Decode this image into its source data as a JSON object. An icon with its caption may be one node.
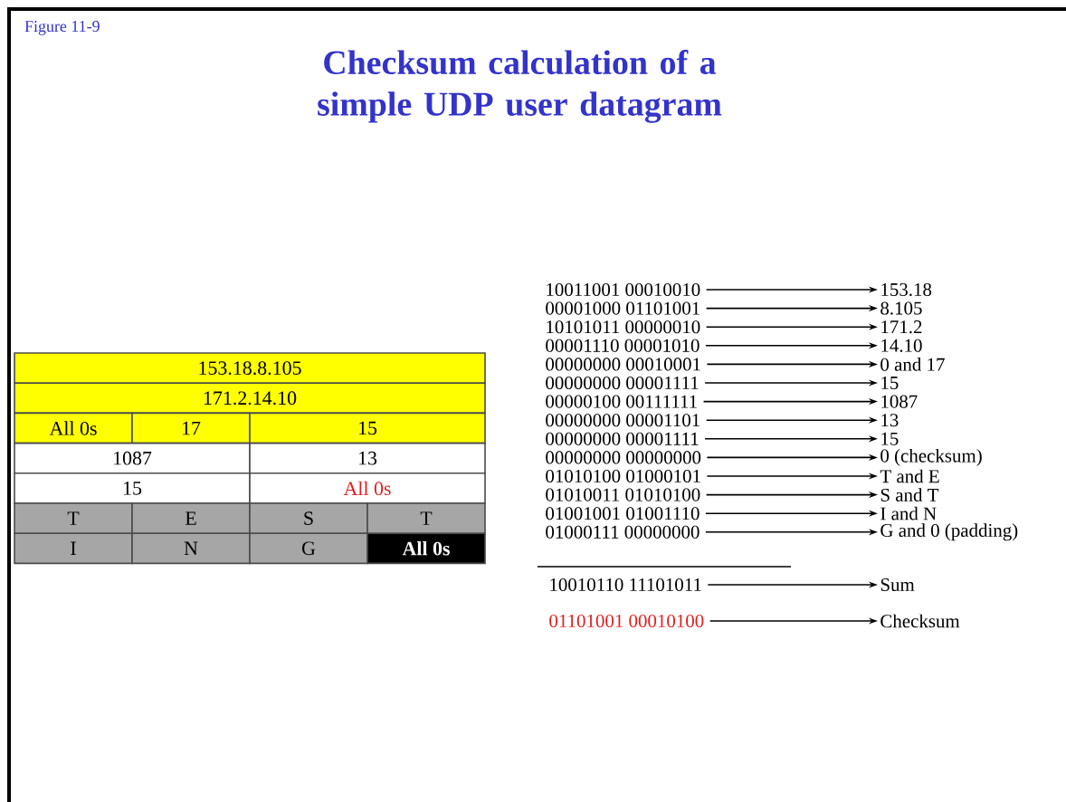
{
  "diagram": {
    "title": "Checksum calculation of a simple UDP user datagram",
    "nodes": [
      {
        "text": [
          "153.18.8.105"
        ]
      },
      {
        "text": [
          "171.2.14.10"
        ]
      },
      {
        "text": [
          "All 0s"
        ]
      },
      {
        "text": [
          "17"
        ]
      },
      {
        "text": [
          "15"
        ]
      },
      {
        "text": [
          "1087"
        ]
      },
      {
        "text": [
          "13"
        ]
      },
      {
        "text": [
          "15"
        ]
      },
      {
        "text": [
          "All 0s"
        ]
      },
      {
        "text": [
          "T"
        ]
      },
      {
        "text": [
          "E"
        ]
      },
      {
        "text": [
          "S"
        ]
      },
      {
        "text": [
          "T"
        ]
      },
      {
        "text": [
          "I"
        ]
      },
      {
        "text": [
          "N"
        ]
      },
      {
        "text": [
          "G"
        ]
      },
      {
        "text": [
          "All 0s"
        ]
      },
      {
        "text": [
          "10011001 00010010"
        ]
      },
      {
        "text": [
          "153.18"
        ]
      },
      {
        "text": [
          "00001000 01101001"
        ]
      },
      {
        "text": [
          "8.105"
        ]
      },
      {
        "text": [
          "10101011 00000010"
        ]
      },
      {
        "text": [
          "171.2"
        ]
      },
      {
        "text": [
          "00001110 00001010"
        ]
      },
      {
        "text": [
          "14.10"
        ]
      },
      {
        "text": [
          "00000000 00010001"
        ]
      },
      {
        "text": [
          "0 and 17"
        ]
      },
      {
        "text": [
          "00000000 00001111"
        ]
      },
      {
        "text": [
          "15"
        ]
      },
      {
        "text": [
          "00000100 00111111"
        ]
      },
      {
        "text": [
          "1087"
        ]
      },
      {
        "text": [
          "00000000 00001101"
        ]
      },
      {
        "text": [
          "13"
        ]
      },
      {
        "text": [
          "00000000 00001111"
        ]
      },
      {
        "text": [
          "15"
        ]
      },
      {
        "text": [
          "00000000 00000000"
        ]
      },
      {
        "text": [
          "0 (checksum)"
        ]
      },
      {
        "text": [
          "01010100 01000101"
        ]
      },
      {
        "text": [
          "T and E"
        ]
      },
      {
        "text": [
          "01010011 01010100"
        ]
      },
      {
        "text": [
          "S and T"
        ]
      },
      {
        "text": [
          "01001001 01001110"
        ]
      },
      {
        "text": [
          "I and N"
        ]
      },
      {
        "text": [
          "01000111 00000000"
        ]
      },
      {
        "text": [
          "G and 0 (padding)"
        ]
      },
      {
        "text": [
          "10010110 11101011"
        ]
      },
      {
        "text": [
          "Sum"
        ]
      },
      {
        "text": [
          "01101001 00010100"
        ]
      },
      {
        "text": [
          "Checksum"
        ]
      }
    ],
    "edges": [
      {
        "from": 17,
        "to": 18,
        "arrow": "to"
      },
      {
        "from": 19,
        "to": 20,
        "arrow": "to"
      },
      {
        "from": 21,
        "to": 22,
        "arrow": "to"
      },
      {
        "from": 23,
        "to": 24,
        "arrow": "to"
      },
      {
        "from": 25,
        "to": 26,
        "arrow": "to"
      },
      {
        "from": 27,
        "to": 28,
        "arrow": "to"
      },
      {
        "from": 29,
        "to": 30,
        "arrow": "to"
      },
      {
        "from": 31,
        "to": 32,
        "arrow": "to"
      },
      {
        "from": 33,
        "to": 34,
        "arrow": "to"
      },
      {
        "from": 35,
        "to": 36,
        "arrow": "to"
      },
      {
        "from": 37,
        "to": 38,
        "arrow": "to"
      },
      {
        "from": 39,
        "to": 40,
        "arrow": "to"
      },
      {
        "from": 41,
        "to": 42,
        "arrow": "to"
      },
      {
        "from": 43,
        "to": 44,
        "arrow": "to"
      },
      {
        "from": 45,
        "to": 46,
        "arrow": "to"
      },
      {
        "from": 47,
        "to": 48,
        "arrow": "to"
      }
    ],
    "labels": [
      "Figure 11-9"
    ]
  }
}
